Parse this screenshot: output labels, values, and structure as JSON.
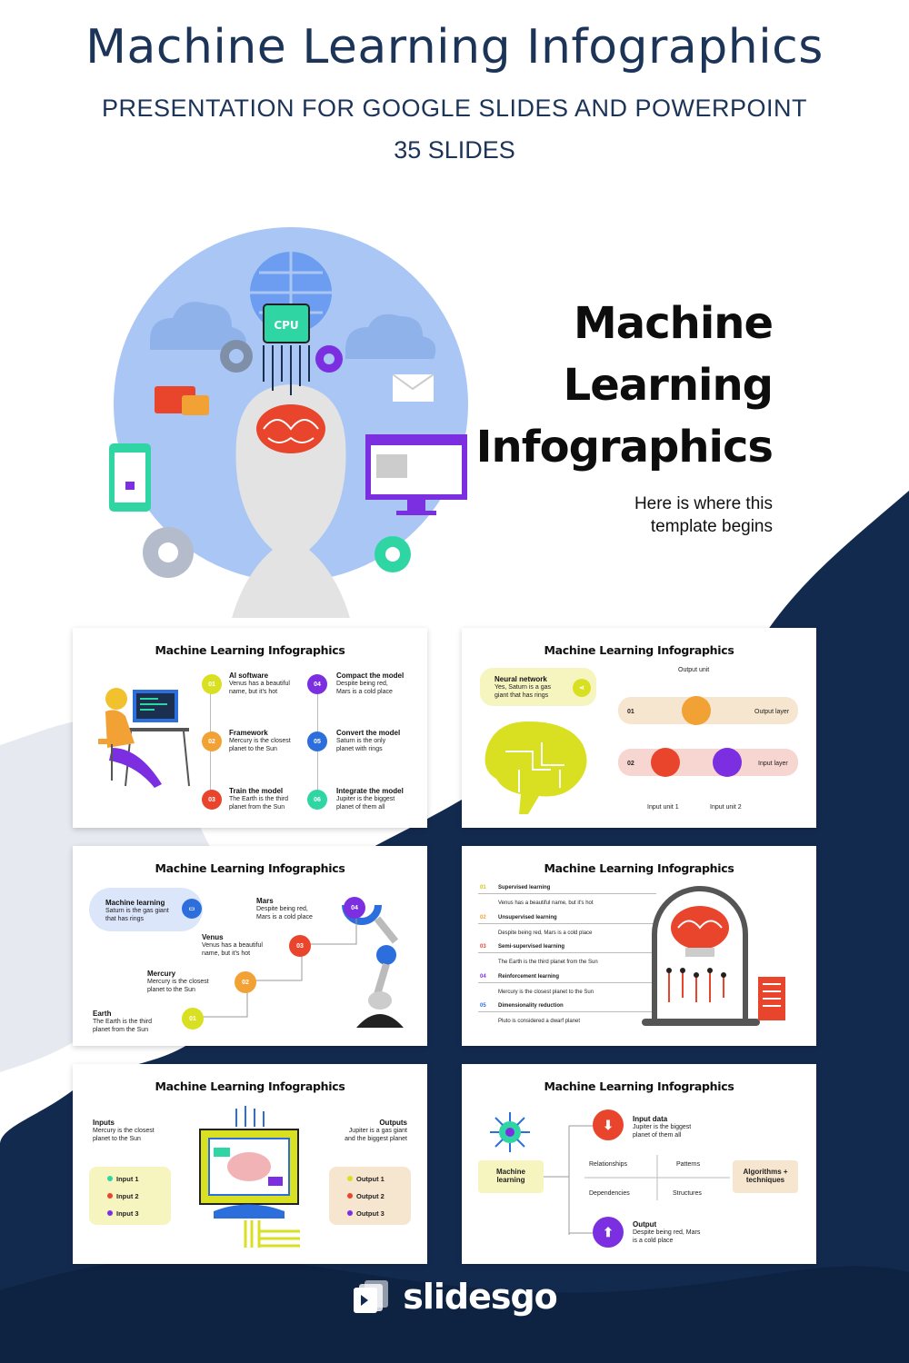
{
  "header": {
    "title": "Machine Learning Infographics",
    "subtitle": "PRESENTATION FOR GOOGLE SLIDES AND POWERPOINT",
    "slide_count": "35 SLIDES"
  },
  "hero": {
    "title_lines": [
      "Machine",
      "Learning",
      "Infographics"
    ],
    "subtitle_lines": [
      "Here is where this",
      "template begins"
    ],
    "cpu_label": "CPU"
  },
  "slides": {
    "slide1": {
      "title": "Machine Learning Infographics",
      "items": [
        {
          "num": "01",
          "title": "AI software",
          "text": [
            "Venus has a beautiful",
            "name, but it's hot"
          ],
          "color": "#d9e021"
        },
        {
          "num": "02",
          "title": "Framework",
          "text": [
            "Mercury is the closest",
            "planet to the Sun"
          ],
          "color": "#f2a134"
        },
        {
          "num": "03",
          "title": "Train the model",
          "text": [
            "The Earth is the third",
            "planet from the Sun"
          ],
          "color": "#e8452c"
        },
        {
          "num": "04",
          "title": "Compact the model",
          "text": [
            "Despite being red,",
            "Mars is a cold place"
          ],
          "color": "#7b2fe0"
        },
        {
          "num": "05",
          "title": "Convert the model",
          "text": [
            "Saturn is the only",
            "planet with rings"
          ],
          "color": "#2c6fdc"
        },
        {
          "num": "06",
          "title": "Integrate the model",
          "text": [
            "Jupiter is the biggest",
            "planet of them all"
          ],
          "color": "#2fd6a4"
        }
      ]
    },
    "slide2": {
      "title": "Machine Learning Infographics",
      "callout_title": "Neural network",
      "callout_text": [
        "Yes, Saturn is a gas",
        "giant that has rings"
      ],
      "output_unit": "Output unit",
      "row1_num": "01",
      "row1_label": "Output layer",
      "row2_num": "02",
      "row2_label": "Input layer",
      "input1": "Input unit 1",
      "input2": "Input unit 2"
    },
    "slide3": {
      "title": "Machine Learning Infographics",
      "callout_title": "Machine learning",
      "callout_text": [
        "Saturn is the gas giant",
        "that has rings"
      ],
      "steps": [
        {
          "num": "01",
          "title": "Earth",
          "text": [
            "The Earth is the third",
            "planet from the Sun"
          ],
          "color": "#d9e021"
        },
        {
          "num": "02",
          "title": "Mercury",
          "text": [
            "Mercury is the closest",
            "planet to the Sun"
          ],
          "color": "#f2a134"
        },
        {
          "num": "03",
          "title": "Venus",
          "text": [
            "Venus has a beautiful",
            "name, but it's hot"
          ],
          "color": "#e8452c"
        },
        {
          "num": "04",
          "title": "Mars",
          "text": [
            "Despite being red,",
            "Mars is a cold place"
          ],
          "color": "#7b2fe0"
        }
      ]
    },
    "slide4": {
      "title": "Machine Learning Infographics",
      "rows": [
        {
          "num": "01",
          "title": "Supervised learning",
          "text": "Venus has a beautiful name, but it's hot",
          "color": "#c9c918"
        },
        {
          "num": "02",
          "title": "Unsupervised learning",
          "text": "Despite being red, Mars is a cold place",
          "color": "#f2a134"
        },
        {
          "num": "03",
          "title": "Semi-supervised learning",
          "text": "The Earth is the third planet from the Sun",
          "color": "#e8452c"
        },
        {
          "num": "04",
          "title": "Reinforcement learning",
          "text": "Mercury is the closest planet to the Sun",
          "color": "#7b2fe0"
        },
        {
          "num": "05",
          "title": "Dimensionality reduction",
          "text": "Pluto is considered a dwarf planet",
          "color": "#2c6fdc"
        }
      ]
    },
    "slide5": {
      "title": "Machine Learning Infographics",
      "inputs_title": "Inputs",
      "inputs_text": [
        "Mercury is the closest",
        "planet to the Sun"
      ],
      "outputs_title": "Outputs",
      "outputs_text": [
        "Jupiter is a gas giant",
        "and the biggest planet"
      ],
      "inputs": [
        {
          "label": "Input 1",
          "color": "#2fd6a4"
        },
        {
          "label": "Input 2",
          "color": "#e8452c"
        },
        {
          "label": "Input 3",
          "color": "#7b2fe0"
        }
      ],
      "outputs": [
        {
          "label": "Output 1",
          "color": "#d9e021"
        },
        {
          "label": "Output 2",
          "color": "#e8452c"
        },
        {
          "label": "Output 3",
          "color": "#7b2fe0"
        }
      ]
    },
    "slide6": {
      "title": "Machine Learning Infographics",
      "left_box": [
        "Machine",
        "learning"
      ],
      "input_title": "Input data",
      "input_text": [
        "Jupiter is the biggest",
        "planet of them all"
      ],
      "grid": [
        "Relationships",
        "Patterns",
        "Dependencies",
        "Structures"
      ],
      "right_box": [
        "Algorithms +",
        "techniques"
      ],
      "output_title": "Output",
      "output_text": [
        "Despite being red, Mars",
        "is a cold place"
      ]
    }
  },
  "footer": {
    "brand": "slidesgo"
  },
  "colors": {
    "navy": "#132a4f",
    "light_blue_circle": "#a9c6f5",
    "pale_gray": "#e6eaf0"
  }
}
